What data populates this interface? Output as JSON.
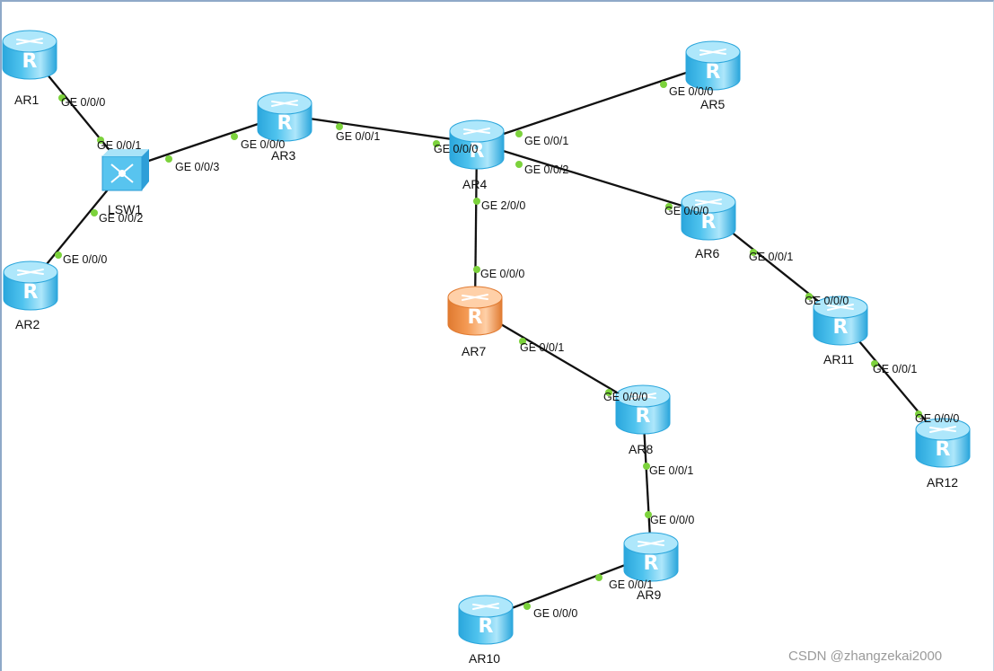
{
  "colors": {
    "router_top": "#aee7fb",
    "router_side": "#4fc3ee",
    "router_edge": "#2aa6dc",
    "core_top": "#ffd0a8",
    "core_side": "#f49a54",
    "core_edge": "#e07a30",
    "switch_face": "#58c4ef",
    "link": "#111111",
    "port_dot": "#7cd23c"
  },
  "devices": [
    {
      "id": "AR1",
      "label": "AR1",
      "kind": "router-icon",
      "color": "blue"
    },
    {
      "id": "AR2",
      "label": "AR2",
      "kind": "router-icon",
      "color": "blue"
    },
    {
      "id": "AR3",
      "label": "AR3",
      "kind": "router-icon",
      "color": "blue"
    },
    {
      "id": "AR4",
      "label": "AR4",
      "kind": "router-icon",
      "color": "blue"
    },
    {
      "id": "AR5",
      "label": "AR5",
      "kind": "router-icon",
      "color": "blue"
    },
    {
      "id": "AR6",
      "label": "AR6",
      "kind": "router-icon",
      "color": "blue"
    },
    {
      "id": "AR7",
      "label": "AR7",
      "kind": "router-icon",
      "color": "orange"
    },
    {
      "id": "AR8",
      "label": "AR8",
      "kind": "router-icon",
      "color": "blue"
    },
    {
      "id": "AR9",
      "label": "AR9",
      "kind": "router-icon",
      "color": "blue"
    },
    {
      "id": "AR10",
      "label": "AR10",
      "kind": "router-icon",
      "color": "blue"
    },
    {
      "id": "AR11",
      "label": "AR11",
      "kind": "router-icon",
      "color": "blue"
    },
    {
      "id": "AR12",
      "label": "AR12",
      "kind": "router-icon",
      "color": "blue"
    },
    {
      "id": "LSW1",
      "label": "LSW1",
      "kind": "switch-icon",
      "color": "blue"
    }
  ],
  "links": [
    {
      "from": "AR1",
      "from_port": "GE 0/0/0",
      "to": "LSW1",
      "to_port": "GE 0/0/1"
    },
    {
      "from": "AR2",
      "from_port": "GE 0/0/0",
      "to": "LSW1",
      "to_port": "GE 0/0/2"
    },
    {
      "from": "LSW1",
      "from_port": "GE 0/0/3",
      "to": "AR3",
      "to_port": "GE 0/0/0"
    },
    {
      "from": "AR3",
      "from_port": "GE 0/0/1",
      "to": "AR4",
      "to_port": "GE 0/0/0"
    },
    {
      "from": "AR4",
      "from_port": "GE 0/0/1",
      "to": "AR5",
      "to_port": "GE 0/0/0"
    },
    {
      "from": "AR4",
      "from_port": "GE 0/0/2",
      "to": "AR6",
      "to_port": "GE 0/0/0"
    },
    {
      "from": "AR4",
      "from_port": "GE 2/0/0",
      "to": "AR7",
      "to_port": "GE 0/0/0"
    },
    {
      "from": "AR7",
      "from_port": "GE 0/0/1",
      "to": "AR8",
      "to_port": "GE 0/0/0"
    },
    {
      "from": "AR8",
      "from_port": "GE 0/0/1",
      "to": "AR9",
      "to_port": "GE 0/0/0"
    },
    {
      "from": "AR9",
      "from_port": "GE 0/0/1",
      "to": "AR10",
      "to_port": "GE 0/0/0"
    },
    {
      "from": "AR6",
      "from_port": "GE 0/0/1",
      "to": "AR11",
      "to_port": "GE 0/0/0"
    },
    {
      "from": "AR11",
      "from_port": "GE 0/0/1",
      "to": "AR12",
      "to_port": "GE 0/0/0"
    }
  ],
  "watermark": "CSDN @zhangzekai2000"
}
